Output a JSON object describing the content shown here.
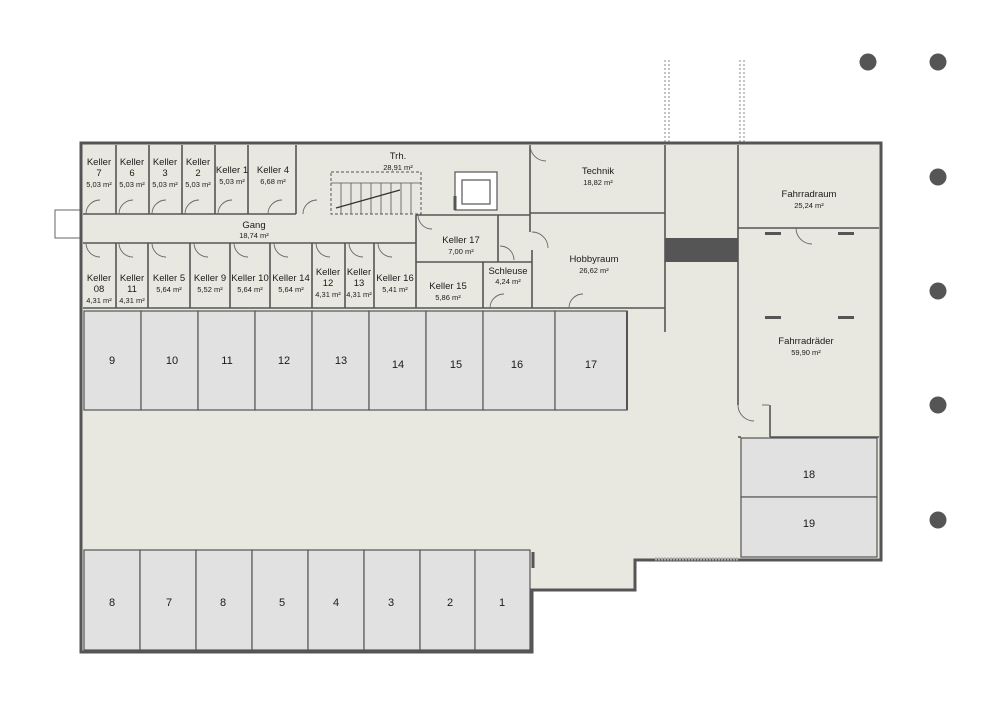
{
  "colors": {
    "floor": "#e9e8e0",
    "spot": "#e1e1e1",
    "wall": "#555555",
    "column": "#555555",
    "block": "#555555"
  },
  "rooms": {
    "keller7": {
      "name_1": "Keller",
      "name_2": "7",
      "area": "5,03 m²"
    },
    "keller6": {
      "name_1": "Keller",
      "name_2": "6",
      "area": "5,03 m²"
    },
    "keller3": {
      "name_1": "Keller",
      "name_2": "3",
      "area": "5,03 m²"
    },
    "keller2": {
      "name_1": "Keller",
      "name_2": "2",
      "area": "5,03 m²"
    },
    "keller1": {
      "name_1": "Keller 1",
      "area": "5,03 m²"
    },
    "keller4": {
      "name_1": "Keller 4",
      "area": "6,68 m²"
    },
    "trh": {
      "name_1": "Trh.",
      "area": "28,91 m²"
    },
    "technik": {
      "name_1": "Technik",
      "area": "18,82 m²"
    },
    "fahrradraum": {
      "name_1": "Fahrradraum",
      "area": "25,24 m²"
    },
    "gang": {
      "name_1": "Gang",
      "area": "18,74 m²"
    },
    "keller17": {
      "name_1": "Keller 17",
      "area": "7,00 m²"
    },
    "hobbyraum": {
      "name_1": "Hobbyraum",
      "area": "26,62 m²"
    },
    "schleuse": {
      "name_1": "Schleuse",
      "area": "4,24 m²"
    },
    "keller15": {
      "name_1": "Keller 15",
      "area": "5,86 m²"
    },
    "keller08": {
      "name_1": "Keller",
      "name_2": "08",
      "area": "4,31 m²"
    },
    "keller11": {
      "name_1": "Keller",
      "name_2": "11",
      "area": "4,31 m²"
    },
    "keller5": {
      "name_1": "Keller 5",
      "area": "5,64 m²"
    },
    "keller9": {
      "name_1": "Keller 9",
      "area": "5,52 m²"
    },
    "keller10": {
      "name_1": "Keller 10",
      "area": "5,64 m²"
    },
    "keller14": {
      "name_1": "Keller 14",
      "area": "5,64 m²"
    },
    "keller12": {
      "name_1": "Keller",
      "name_2": "12",
      "area": "4,31 m²"
    },
    "keller13": {
      "name_1": "Keller",
      "name_2": "13",
      "area": "4,31 m²"
    },
    "keller16": {
      "name_1": "Keller 16",
      "area": "5,41 m²"
    },
    "fahrradraeder": {
      "name_1": "Fahrradräder",
      "area": "59,90 m²"
    }
  },
  "parking_top": [
    "9",
    "10",
    "11",
    "12",
    "13",
    "14",
    "15",
    "16",
    "17"
  ],
  "parking_bottom": [
    "8",
    "7",
    "8",
    "5",
    "4",
    "3",
    "2",
    "1"
  ],
  "parking_right": [
    "18",
    "19"
  ]
}
